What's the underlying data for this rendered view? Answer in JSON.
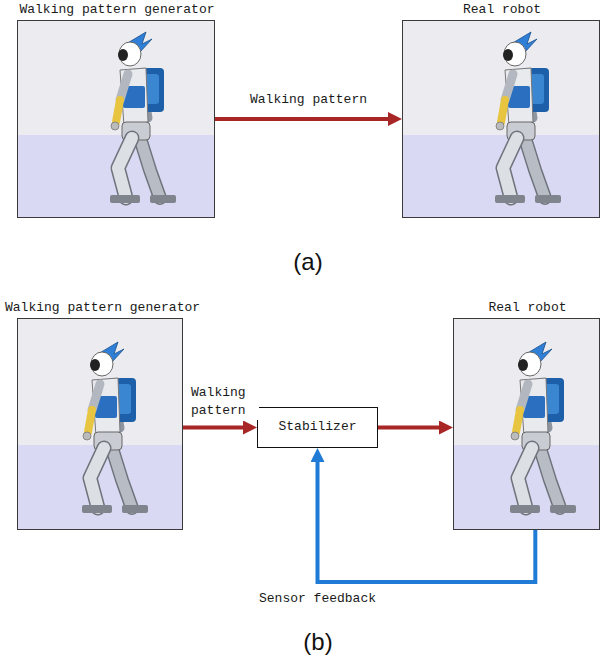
{
  "diagram": {
    "nodes": [
      {
        "text": [
          "Walking pattern generator"
        ]
      },
      {
        "text": [
          "Real robot"
        ]
      },
      {
        "text": [
          "Walking pattern generator"
        ]
      },
      {
        "text": [
          "Stabilizer"
        ]
      },
      {
        "text": [
          "Real robot"
        ]
      }
    ],
    "edges": [
      {
        "from": 0,
        "to": 1,
        "label": "Walking pattern",
        "arrow": "to"
      },
      {
        "from": 2,
        "to": 3,
        "label": "Walking pattern",
        "arrow": "to"
      },
      {
        "from": 3,
        "to": 4,
        "arrow": "to"
      },
      {
        "from": 4,
        "to": 3,
        "label": "Sensor feedback",
        "arrow": "to"
      }
    ],
    "labels": [
      "(a)",
      "(b)"
    ]
  }
}
